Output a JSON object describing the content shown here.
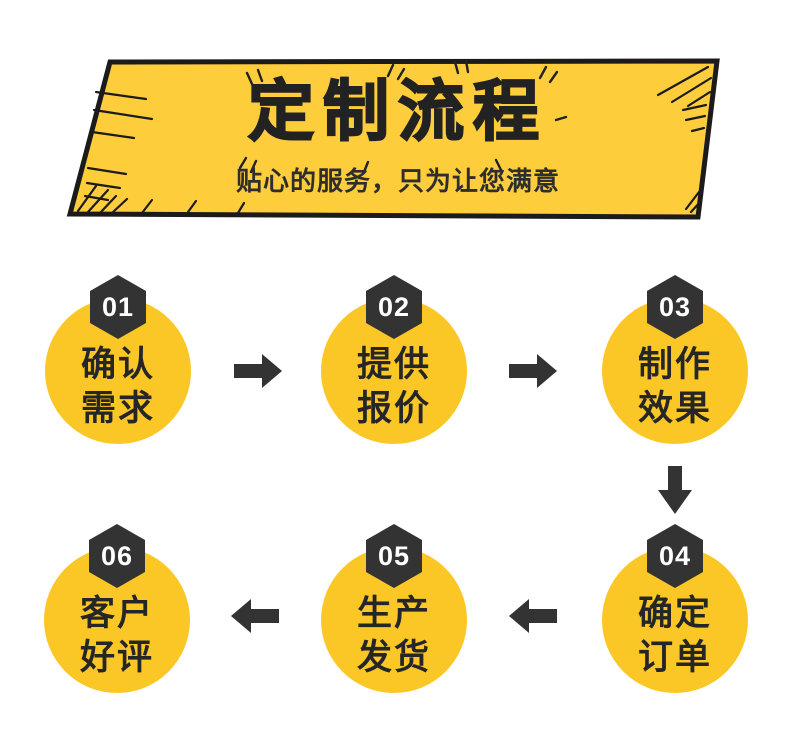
{
  "banner": {
    "title": "定制流程",
    "subtitle": "贴心的服务，只为让您满意"
  },
  "steps": [
    {
      "number": "01",
      "lines": [
        "确认",
        "需求"
      ]
    },
    {
      "number": "02",
      "lines": [
        "提供",
        "报价"
      ]
    },
    {
      "number": "03",
      "lines": [
        "制作",
        "效果"
      ]
    },
    {
      "number": "04",
      "lines": [
        "确定",
        "订单"
      ]
    },
    {
      "number": "05",
      "lines": [
        "生产",
        "发货"
      ]
    },
    {
      "number": "06",
      "lines": [
        "客户",
        "好评"
      ]
    }
  ],
  "icons": {
    "arrows": [
      "arrow-right-icon",
      "arrow-right-icon",
      "arrow-down-icon",
      "arrow-left-icon",
      "arrow-left-icon"
    ]
  },
  "colors": {
    "banner-yellow": "#FECD3B",
    "circle-yellow": "#FBC726",
    "dark": "#333333",
    "outline": "#1B1B1B",
    "title-color": "#222222",
    "badge-text": "#FFFFFF",
    "label-color": "#262626"
  }
}
